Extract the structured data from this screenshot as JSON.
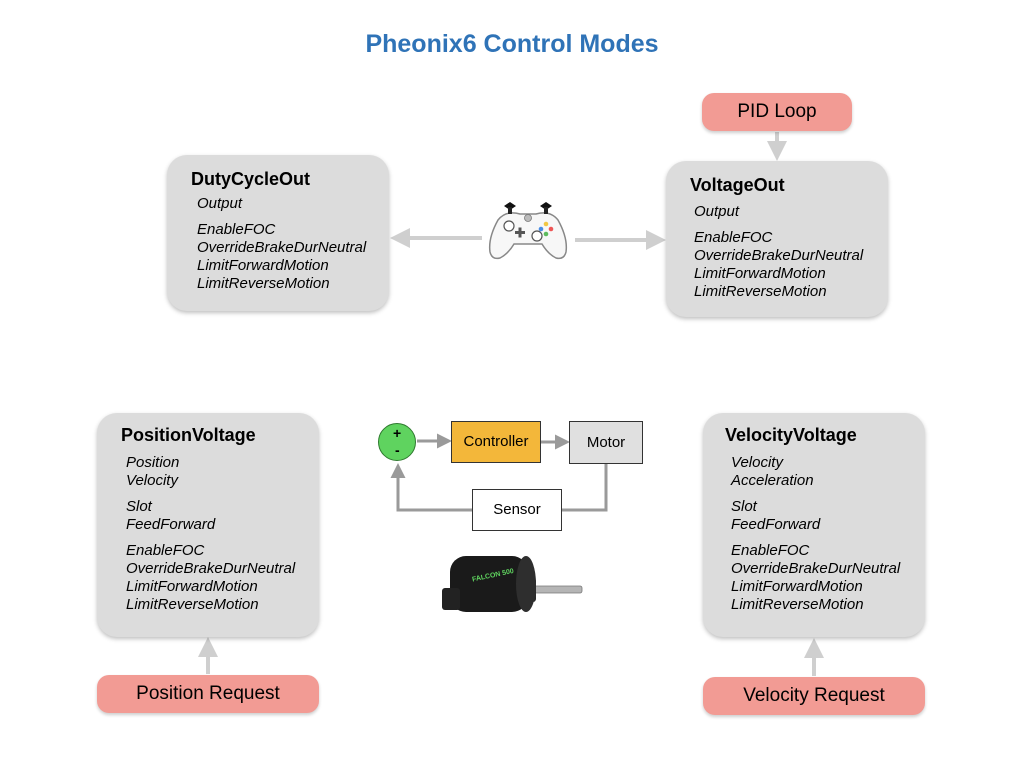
{
  "title": "Pheonix6 Control Modes",
  "colors": {
    "title": "#2f73b7",
    "box_bg": "#dcdcdc",
    "pill_bg": "#f29b94",
    "controller_block": "#f3b73a",
    "motor_block": "#e0e0e0",
    "summing_junction": "#5fd35f",
    "arrow": "#cfcfcf",
    "loop_line": "#9a9a9a"
  },
  "nodes": {
    "duty_cycle_out": {
      "title": "DutyCycleOut",
      "params": [
        "Output"
      ],
      "flags": [
        "EnableFOC",
        "OverrideBrakeDurNeutral",
        "LimitForwardMotion",
        "LimitReverseMotion"
      ]
    },
    "voltage_out": {
      "title": "VoltageOut",
      "params": [
        "Output"
      ],
      "flags": [
        "EnableFOC",
        "OverrideBrakeDurNeutral",
        "LimitForwardMotion",
        "LimitReverseMotion"
      ]
    },
    "position_voltage": {
      "title": "PositionVoltage",
      "params": [
        "Position",
        "Velocity"
      ],
      "slot": [
        "Slot",
        "FeedForward"
      ],
      "flags": [
        "EnableFOC",
        "OverrideBrakeDurNeutral",
        "LimitForwardMotion",
        "LimitReverseMotion"
      ]
    },
    "velocity_voltage": {
      "title": "VelocityVoltage",
      "params": [
        "Velocity",
        "Acceleration"
      ],
      "slot": [
        "Slot",
        "FeedForward"
      ],
      "flags": [
        "EnableFOC",
        "OverrideBrakeDurNeutral",
        "LimitForwardMotion",
        "LimitReverseMotion"
      ]
    }
  },
  "pills": {
    "pid_loop": "PID Loop",
    "position_request": "Position Request",
    "velocity_request": "Velocity Request"
  },
  "loop_diagram": {
    "plus": "+",
    "minus": "-",
    "controller": "Controller",
    "motor": "Motor",
    "sensor": "Sensor"
  },
  "icons": [
    "gamepad-icon",
    "motor-icon"
  ],
  "motor_label": "FALCON 500"
}
